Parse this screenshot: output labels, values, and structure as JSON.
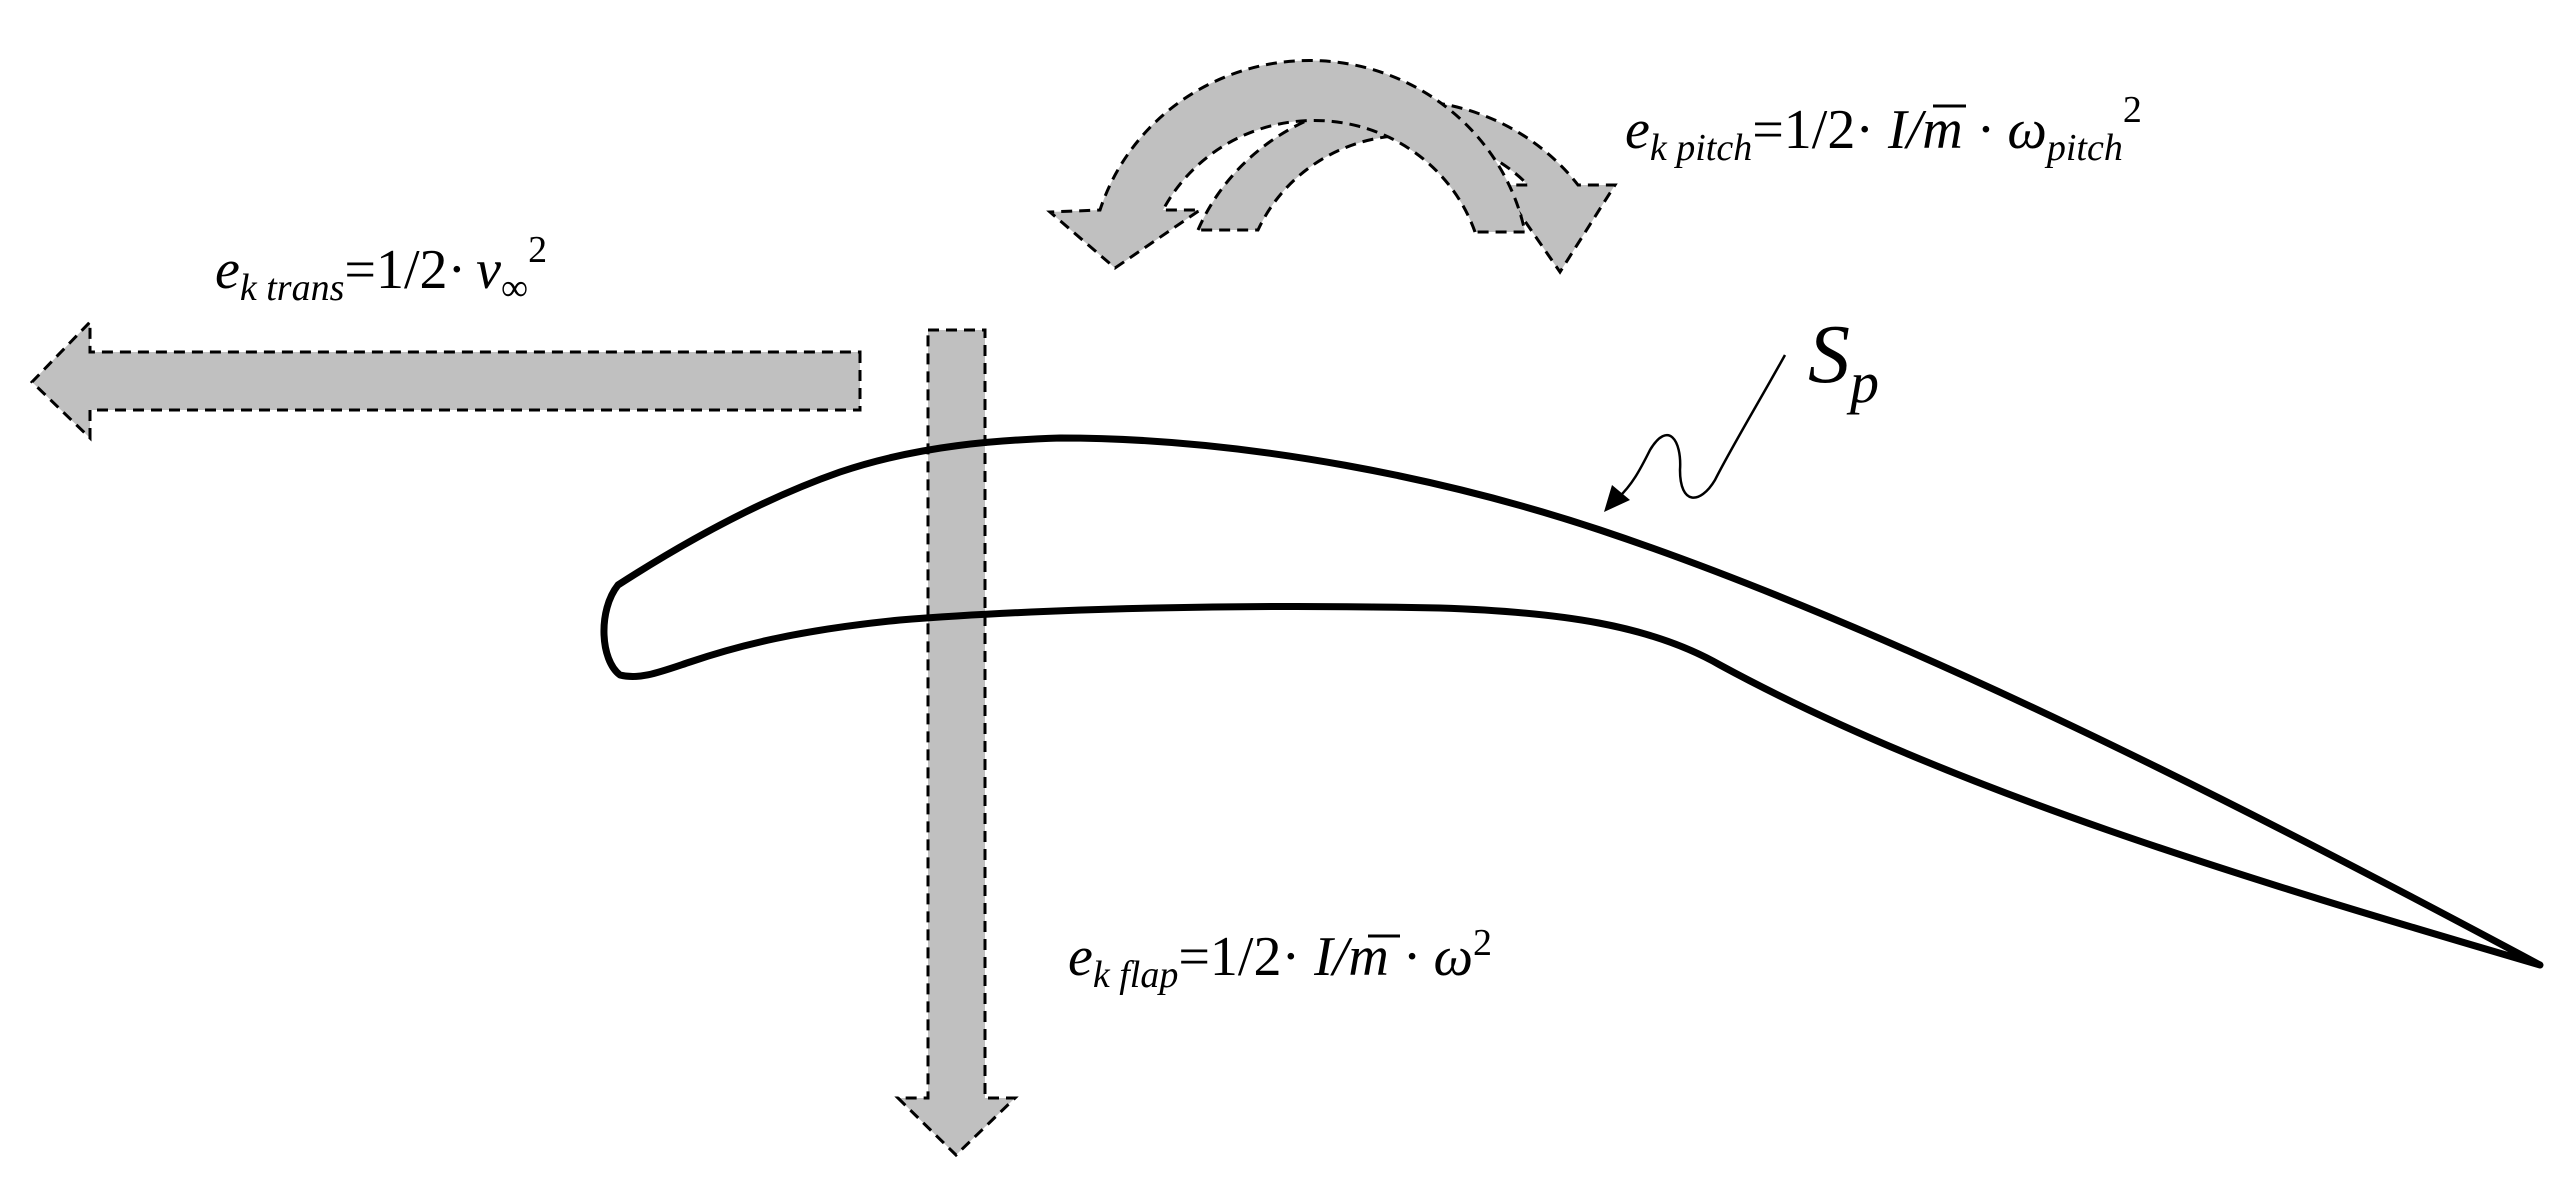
{
  "diagram": {
    "arrow_fill": "#c0c0c0",
    "outline_color": "#000000",
    "background": "#ffffff",
    "labels": {
      "pitch": {
        "symbol": "e",
        "subscript": "k pitch",
        "equals": "=1/2",
        "dot": "·",
        "ratio": "I/m",
        "dot2": "·",
        "omega": "ω",
        "omega_subscript": "pitch",
        "exponent": "2"
      },
      "trans": {
        "symbol": "e",
        "subscript": "k trans",
        "equals": "=1/2",
        "dot": "·",
        "velocity": "v",
        "velocity_subscript": "∞",
        "exponent": "2"
      },
      "flap": {
        "symbol": "e",
        "subscript": "k flap",
        "equals": "=1/2",
        "dot": "·",
        "ratio": "I/m",
        "dot2": "·",
        "omega": "ω",
        "exponent": "2"
      },
      "surface": {
        "symbol": "S",
        "subscript": "p"
      }
    }
  }
}
